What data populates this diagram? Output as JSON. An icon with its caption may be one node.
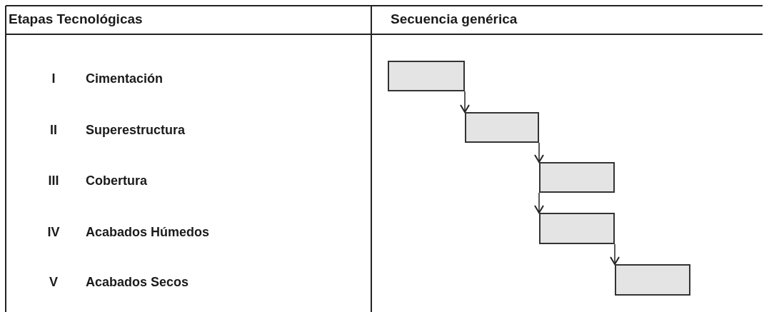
{
  "diagram": {
    "nodes": [
      {
        "text": [],
        "shape": "bar"
      },
      {
        "text": [],
        "shape": "bar"
      },
      {
        "text": [],
        "shape": "bar"
      },
      {
        "text": [],
        "shape": "bar"
      },
      {
        "text": [],
        "shape": "bar"
      }
    ],
    "edges": [
      {
        "from": 0,
        "to": 1,
        "arrow": "to"
      },
      {
        "from": 1,
        "to": 2,
        "arrow": "to"
      },
      {
        "from": 2,
        "to": 3,
        "arrow": "to"
      },
      {
        "from": 3,
        "to": 4,
        "arrow": "to"
      }
    ],
    "labels": [
      "Etapas Tecnológicas",
      "Secuencia genérica",
      "I",
      "Cimentación",
      "II",
      "Superestructura",
      "III",
      "Cobertura",
      "IV",
      "Acabados Húmedos",
      "V",
      "Acabados Secos"
    ]
  }
}
